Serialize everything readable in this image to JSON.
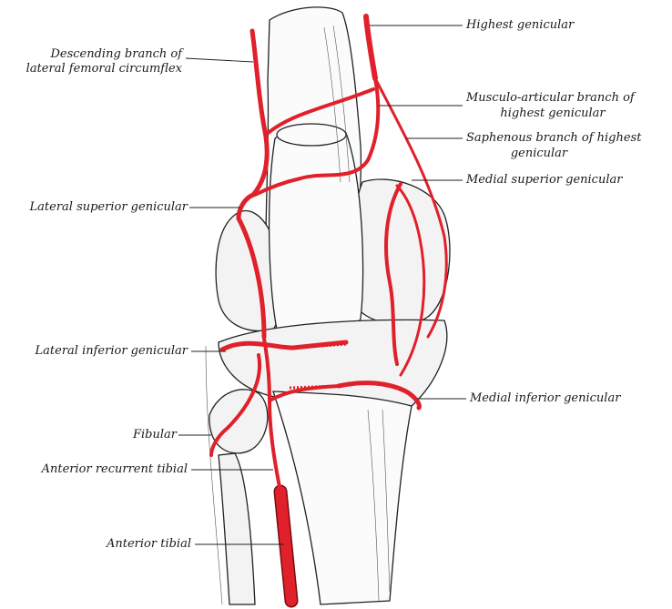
{
  "labels": {
    "highest_genicular": "Highest genicular",
    "descending_branch_line1": "Descending branch of",
    "descending_branch_line2": "lateral femoral circumflex",
    "musculo_articular_line1": "Musculo-articular branch of",
    "musculo_articular_line2": "highest genicular",
    "saphenous_line1": "Saphenous branch of highest",
    "saphenous_line2": "genicular",
    "medial_superior_genicular": "Medial superior genicular",
    "lateral_superior_genicular": "Lateral superior genicular",
    "lateral_inferior_genicular": "Lateral inferior genicular",
    "medial_inferior_genicular": "Medial inferior genicular",
    "fibular": "Fibular",
    "anterior_recurrent_tibial": "Anterior recurrent tibial",
    "anterior_tibial": "Anterior tibial"
  },
  "colors": {
    "artery": "#e0202a",
    "outline": "#222222",
    "bone": "#fbfbfb"
  }
}
